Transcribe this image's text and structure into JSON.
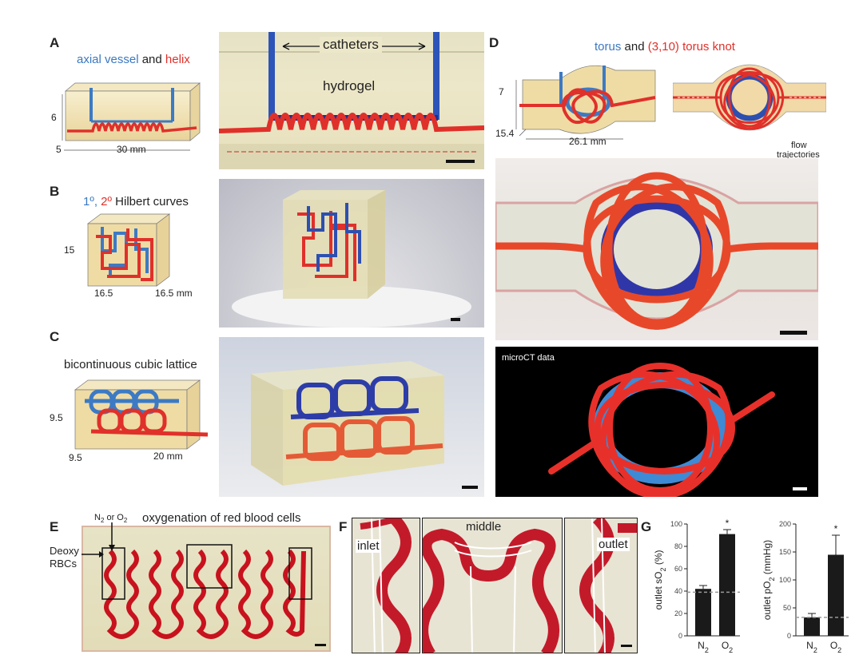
{
  "panels": {
    "A": {
      "label": "A",
      "title_part1": "axial vessel",
      "title_and": "and",
      "title_part2": "helix",
      "dim_height": "6",
      "dim_depth": "5",
      "dim_length": "30 mm",
      "photo_catheters": "catheters",
      "photo_hydrogel": "hydrogel"
    },
    "B": {
      "label": "B",
      "title_part1": "1º,",
      "title_part2": "2º",
      "title_rest": "Hilbert curves",
      "dim_height": "15",
      "dim_depth": "16.5",
      "dim_length": "16.5 mm"
    },
    "C": {
      "label": "C",
      "title": "bicontinuous cubic lattice",
      "dim_height": "9.5",
      "dim_depth": "9.5",
      "dim_length": "20 mm"
    },
    "D": {
      "label": "D",
      "title_part1": "torus",
      "title_and": "and",
      "title_part2": "(3,10) torus knot",
      "dim_height": "7",
      "dim_depth": "15.4",
      "dim_length": "26.1 mm",
      "flow_label_1": "flow",
      "flow_label_2": "trajectories",
      "microct_label": "microCT data"
    },
    "E": {
      "label": "E",
      "title": "oxygenation of red blood cells",
      "gas_label": "N",
      "gas_sub": "2",
      "gas_mid": " or O",
      "gas_sub2": "2",
      "deoxy_1": "Deoxy",
      "deoxy_2": "RBCs"
    },
    "F": {
      "label": "F",
      "inlet": "inlet",
      "middle": "middle",
      "outlet": "outlet"
    },
    "G": {
      "label": "G"
    }
  },
  "chart_data": [
    {
      "type": "bar",
      "categories": [
        "N2",
        "O2"
      ],
      "values": [
        42,
        91
      ],
      "errors": [
        3,
        4
      ],
      "ylabel": "outlet sO2 (%)",
      "ylim": [
        0,
        100
      ],
      "yticks": [
        0,
        20,
        40,
        60,
        80,
        100
      ],
      "baseline": 39,
      "significance": [
        "",
        "*"
      ],
      "bar_color": "#1a1a1a"
    },
    {
      "type": "bar",
      "categories": [
        "N2",
        "O2"
      ],
      "values": [
        33,
        145
      ],
      "errors": [
        7,
        35
      ],
      "ylabel": "outlet pO2 (mmHg)",
      "ylim": [
        0,
        200
      ],
      "yticks": [
        0,
        50,
        100,
        150,
        200
      ],
      "baseline": 33,
      "significance": [
        "",
        "*"
      ],
      "bar_color": "#1a1a1a"
    }
  ],
  "colors": {
    "vessel_red": "#e0302a",
    "vessel_blue": "#2f62c9",
    "gel_yellow": "#f1e7b8",
    "blood": "#c8121e"
  }
}
